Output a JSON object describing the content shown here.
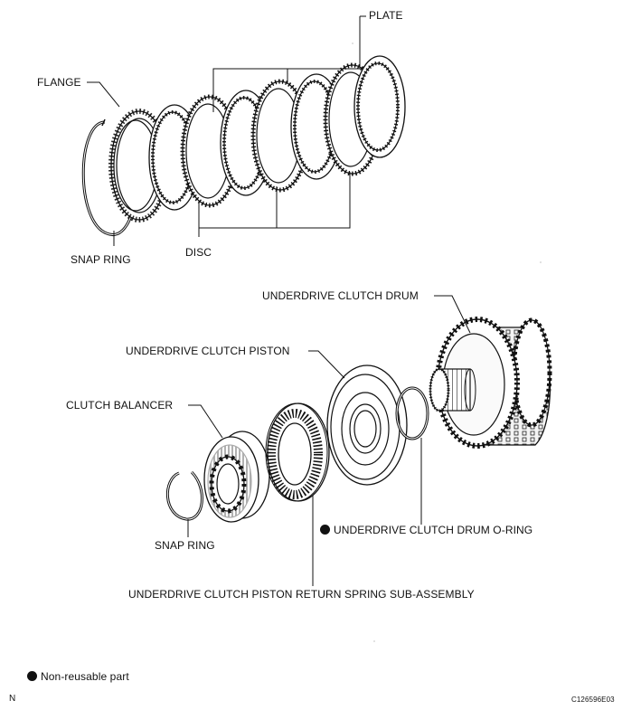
{
  "labels": {
    "plate": "PLATE",
    "flange": "FLANGE",
    "snap_ring_top": "SNAP RING",
    "disc": "DISC",
    "underdrive_clutch_drum": "UNDERDRIVE CLUTCH DRUM",
    "underdrive_clutch_piston": "UNDERDRIVE CLUTCH PISTON",
    "clutch_balancer": "CLUTCH BALANCER",
    "drum_o_ring": "UNDERDRIVE CLUTCH DRUM O-RING",
    "snap_ring_bottom": "SNAP RING",
    "return_spring": "UNDERDRIVE CLUTCH PISTON RETURN SPRING SUB-ASSEMBLY"
  },
  "legend": {
    "non_reusable": "Non-reusable part"
  },
  "footer": {
    "north_marker": "N",
    "figure_code": "C126596E03"
  },
  "colors": {
    "ink": "#111111",
    "paper": "#ffffff"
  },
  "icons": {
    "non_reusable_marker": "filled-circle"
  }
}
